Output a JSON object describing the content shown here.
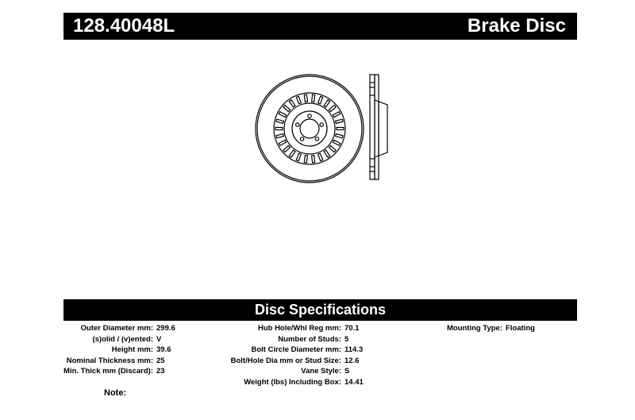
{
  "header": {
    "part_number": "128.40048L",
    "product_type": "Brake Disc"
  },
  "specs": {
    "title": "Disc Specifications",
    "column1": [
      {
        "label": "Outer Diameter mm:",
        "value": "299.6"
      },
      {
        "label": "(s)olid / (v)ented:",
        "value": "V"
      },
      {
        "label": "Height mm:",
        "value": "39.6"
      },
      {
        "label": "Nominal Thickness mm:",
        "value": "25"
      },
      {
        "label": "Min. Thick mm (Discard):",
        "value": "23"
      }
    ],
    "column2": [
      {
        "label": "Hub Hole/Whl Reg mm:",
        "value": "70.1"
      },
      {
        "label": "Number of Studs:",
        "value": "5"
      },
      {
        "label": "Bolt Circle Diameter mm:",
        "value": "114.3"
      },
      {
        "label": "Bolt/Hole Dia mm or Stud Size:",
        "value": "12.6"
      },
      {
        "label": "Vane Style:",
        "value": "S"
      },
      {
        "label": "Weight (lbs) Including Box:",
        "value": "14.41"
      }
    ],
    "column3": [
      {
        "label": "Mounting Type:",
        "value": "Floating"
      }
    ]
  },
  "note": {
    "label": "Note:"
  },
  "colors": {
    "bar": "#000000",
    "bar_text": "#ffffff",
    "line": "#000000"
  },
  "icons": {
    "disc_front": "brake-disc-front-view-icon",
    "disc_side": "brake-disc-side-profile-icon"
  }
}
